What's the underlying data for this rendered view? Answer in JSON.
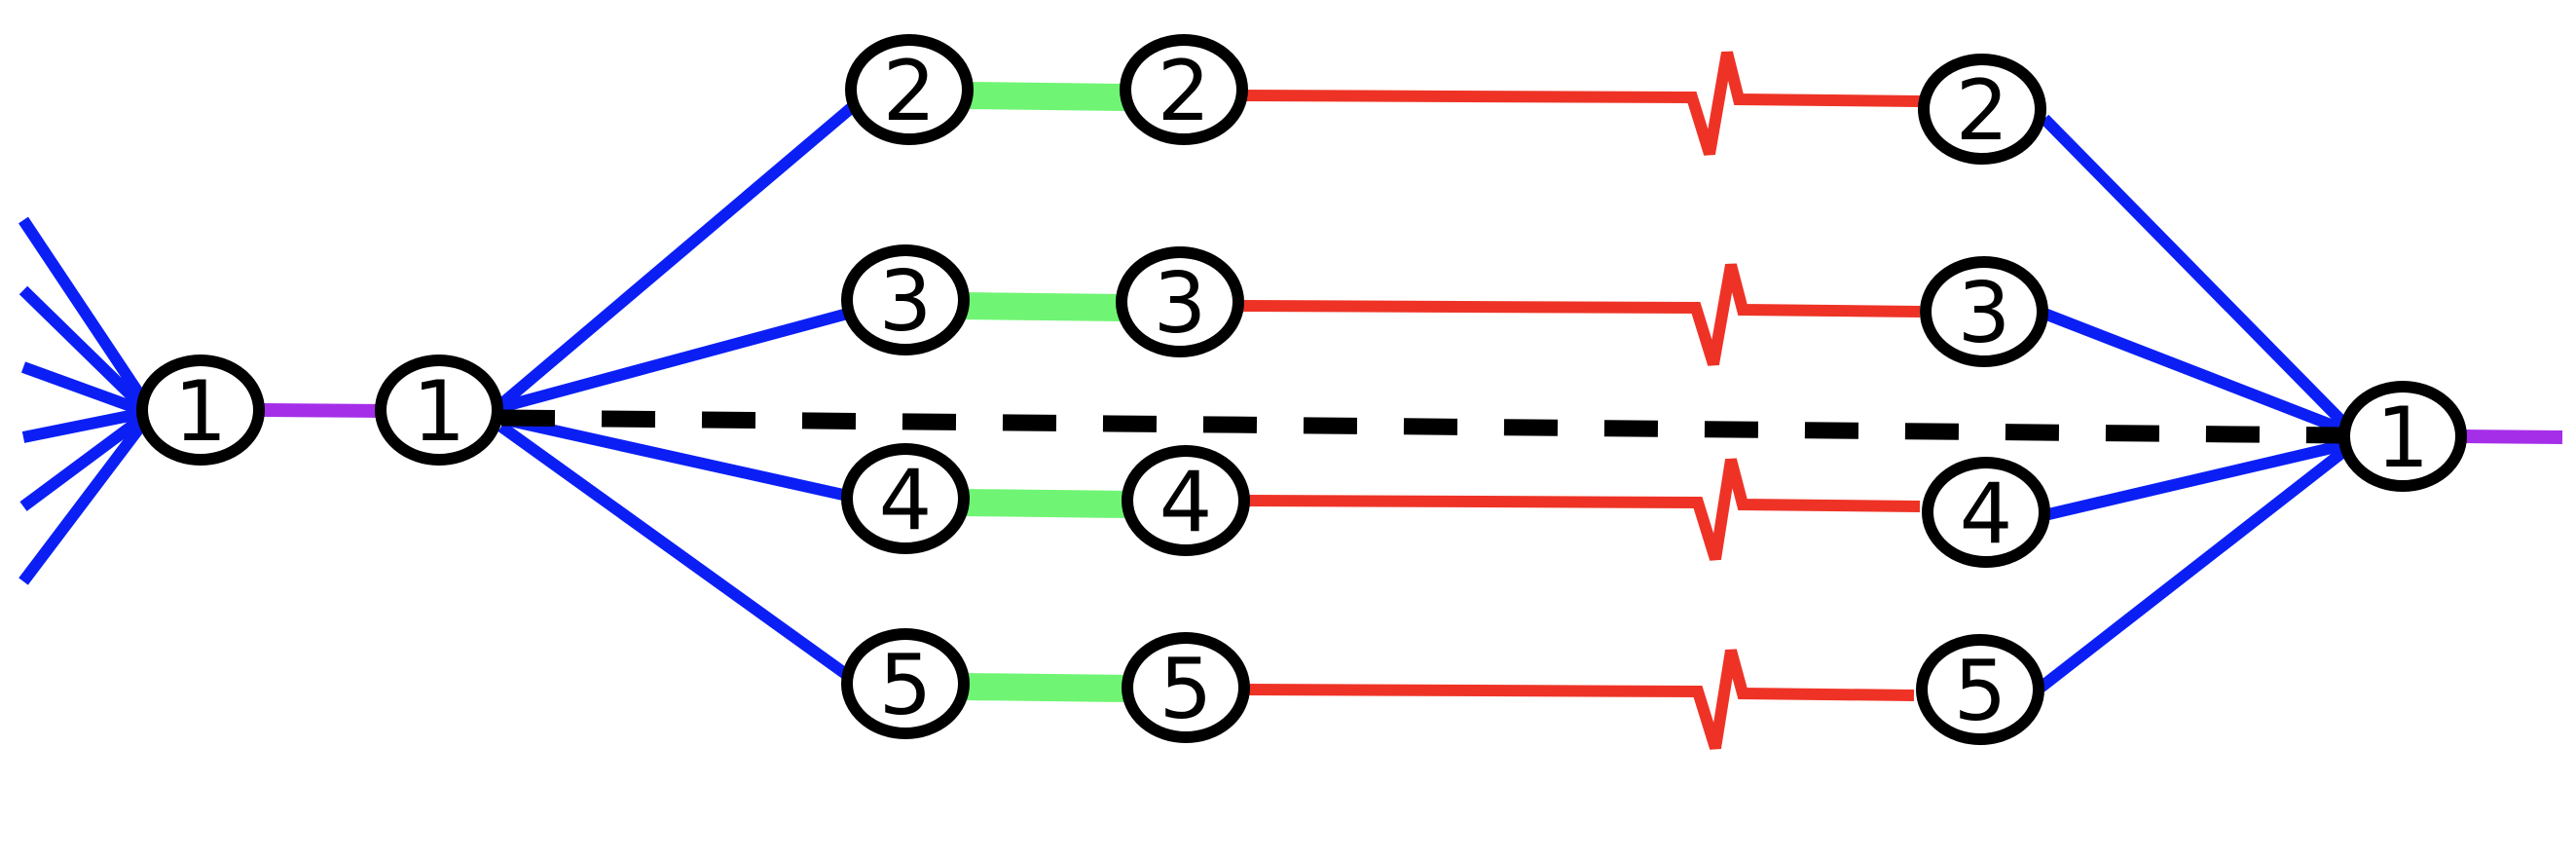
{
  "colors": {
    "blue": "#0b1ff5",
    "purple": "#a52ee8",
    "green": "#6ff573",
    "red": "#ee3326",
    "black": "#000000"
  },
  "nodes": {
    "left_outer": {
      "label": "1"
    },
    "left_inner": {
      "label": "1"
    },
    "right": {
      "label": "1"
    },
    "row2_a": {
      "label": "2"
    },
    "row2_b": {
      "label": "2"
    },
    "row2_c": {
      "label": "2"
    },
    "row3_a": {
      "label": "3"
    },
    "row3_b": {
      "label": "3"
    },
    "row3_c": {
      "label": "3"
    },
    "row4_a": {
      "label": "4"
    },
    "row4_b": {
      "label": "4"
    },
    "row4_c": {
      "label": "4"
    },
    "row5_a": {
      "label": "5"
    },
    "row5_b": {
      "label": "5"
    },
    "row5_c": {
      "label": "5"
    }
  },
  "edges": {
    "purple_link": "purple",
    "fan_links": "blue",
    "paired_links": "green",
    "broken_links": "red",
    "bypass_link": "black-dashed"
  }
}
